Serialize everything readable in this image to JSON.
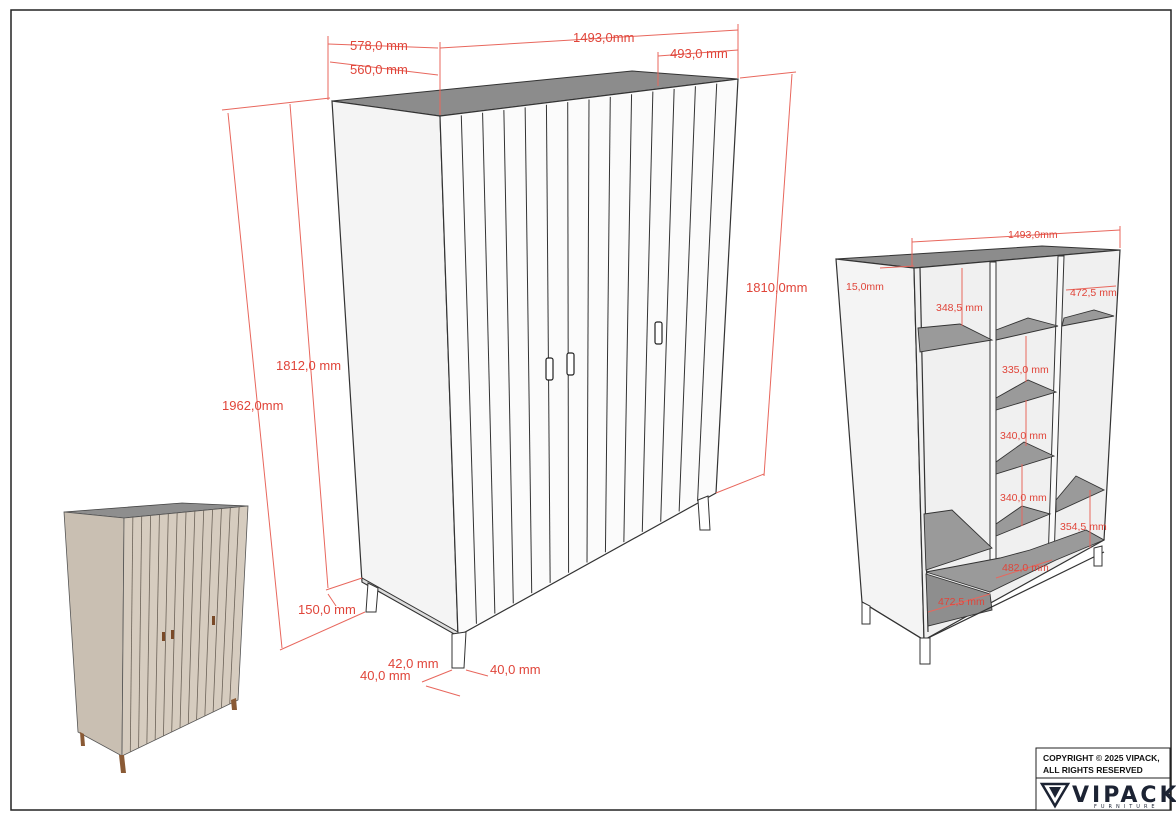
{
  "dimensions": {
    "depth_outer": "578,0 mm",
    "depth_inner": "560,0 mm",
    "width_top": "1493,0mm",
    "door_width": "493,0 mm",
    "height_total": "1962,0mm",
    "body_height_front": "1812,0 mm",
    "body_height_back": "1810,0mm",
    "leg_height": "150,0 mm",
    "leg_size_a": "42,0 mm",
    "leg_size_b": "40,0 mm",
    "leg_size_c": "40,0 mm"
  },
  "interior": {
    "width": "1493,0mm",
    "panel_thickness": "15,0mm",
    "top_compartment": "348,5 mm",
    "side_top": "472,5 mm",
    "shelf_1": "335,0 mm",
    "shelf_2": "340,0 mm",
    "shelf_3": "340,0 mm",
    "right_lower": "354,5 mm",
    "middle_width": "482,0 mm",
    "left_width": "472,5 mm"
  },
  "copyright": {
    "line1": "COPYRIGHT  © 2025 VIPACK,",
    "line2": "ALL RIGHTS RESERVED"
  },
  "brand": {
    "name": "VIPACK",
    "tagline": "FURNITURE"
  },
  "colors": {
    "dimension_line": "#e0453a",
    "preview_body": "#cfc4b6",
    "preview_legs": "#8a5a35",
    "shelf": "#9a9a9a",
    "top": "#8c8c8c"
  }
}
